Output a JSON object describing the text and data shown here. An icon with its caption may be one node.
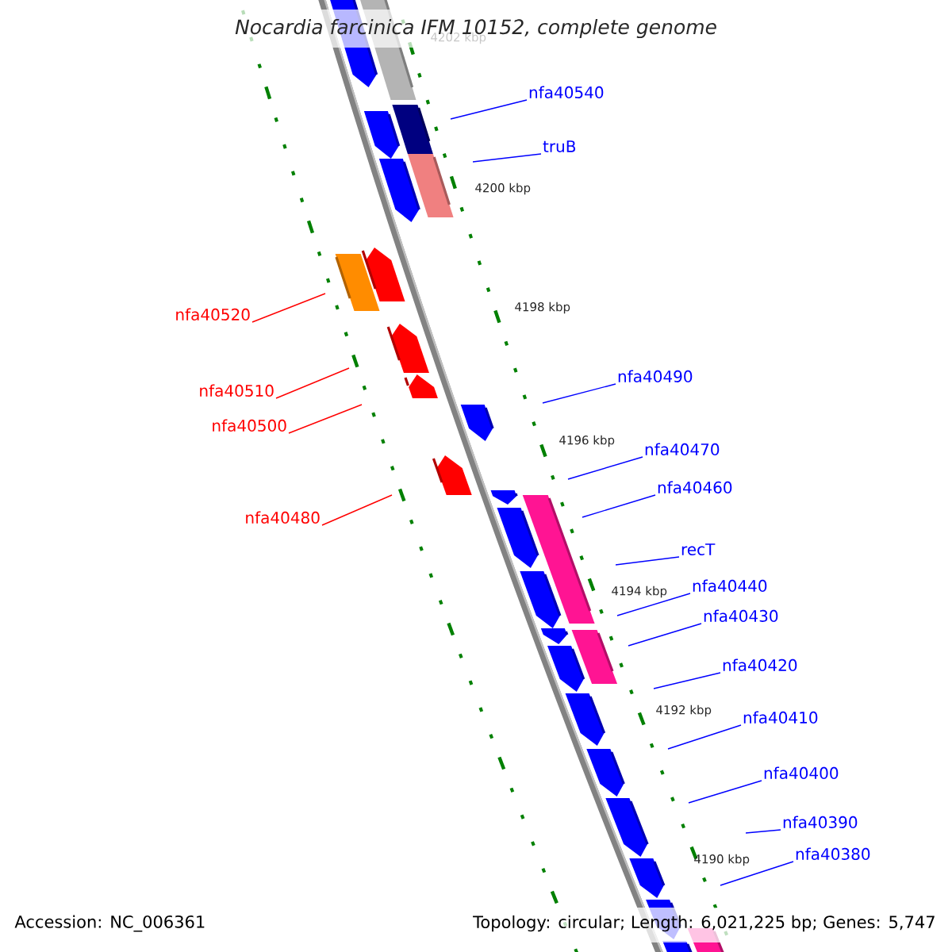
{
  "diagram": {
    "title": "*Nocardia farcinica* IFM 10152, complete genome",
    "nodes": [
      {
        "text": [
          "nfa40540"
        ]
      },
      {
        "text": [
          "truB"
        ]
      },
      {
        "text": [
          "nfa40520"
        ]
      },
      {
        "text": [
          "nfa40490"
        ]
      },
      {
        "text": [
          "nfa40510"
        ]
      },
      {
        "text": [
          "nfa40500"
        ]
      },
      {
        "text": [
          "nfa40470"
        ]
      },
      {
        "text": [
          "nfa40460"
        ]
      },
      {
        "text": [
          "nfa40480"
        ]
      },
      {
        "text": [
          "recT"
        ]
      },
      {
        "text": [
          "nfa40440"
        ]
      },
      {
        "text": [
          "nfa40430"
        ]
      },
      {
        "text": [
          "nfa40420"
        ]
      },
      {
        "text": [
          "nfa40410"
        ]
      },
      {
        "text": [
          "nfa40400"
        ]
      },
      {
        "text": [
          "nfa40390"
        ]
      },
      {
        "text": [
          "nfa40380"
        ]
      }
    ],
    "edges": [
      {
        "from": 0,
        "to": null,
        "arrow": "none"
      },
      {
        "from": 1,
        "to": null,
        "arrow": "none"
      },
      {
        "from": 2,
        "to": null,
        "arrow": "none",
        "color": "#ff0000"
      },
      {
        "from": 3,
        "to": null,
        "arrow": "none"
      },
      {
        "from": 4,
        "to": null,
        "arrow": "none",
        "color": "#ff0000"
      },
      {
        "from": 5,
        "to": null,
        "arrow": "none",
        "color": "#ff0000"
      },
      {
        "from": 6,
        "to": null,
        "arrow": "none"
      },
      {
        "from": 7,
        "to": null,
        "arrow": "none"
      },
      {
        "from": 8,
        "to": null,
        "arrow": "none",
        "color": "#ff0000"
      },
      {
        "from": 9,
        "to": null,
        "arrow": "none"
      },
      {
        "from": 10,
        "to": null,
        "arrow": "none"
      },
      {
        "from": 11,
        "to": null,
        "arrow": "none"
      },
      {
        "from": 12,
        "to": null,
        "arrow": "none"
      },
      {
        "from": 13,
        "to": null,
        "arrow": "none"
      },
      {
        "from": 14,
        "to": null,
        "arrow": "none"
      },
      {
        "from": 15,
        "to": null,
        "arrow": "none"
      },
      {
        "from": 16,
        "to": null,
        "arrow": "none"
      }
    ],
    "labels": [
      "4202 kbp",
      "4200 kbp",
      "4198 kbp",
      "4196 kbp",
      "4194 kbp",
      "4192 kbp",
      "4190 kbp",
      "Accession: NC_006361",
      "Topology: circular; Length: 6,021,225 bp; Genes: 5,747"
    ]
  }
}
